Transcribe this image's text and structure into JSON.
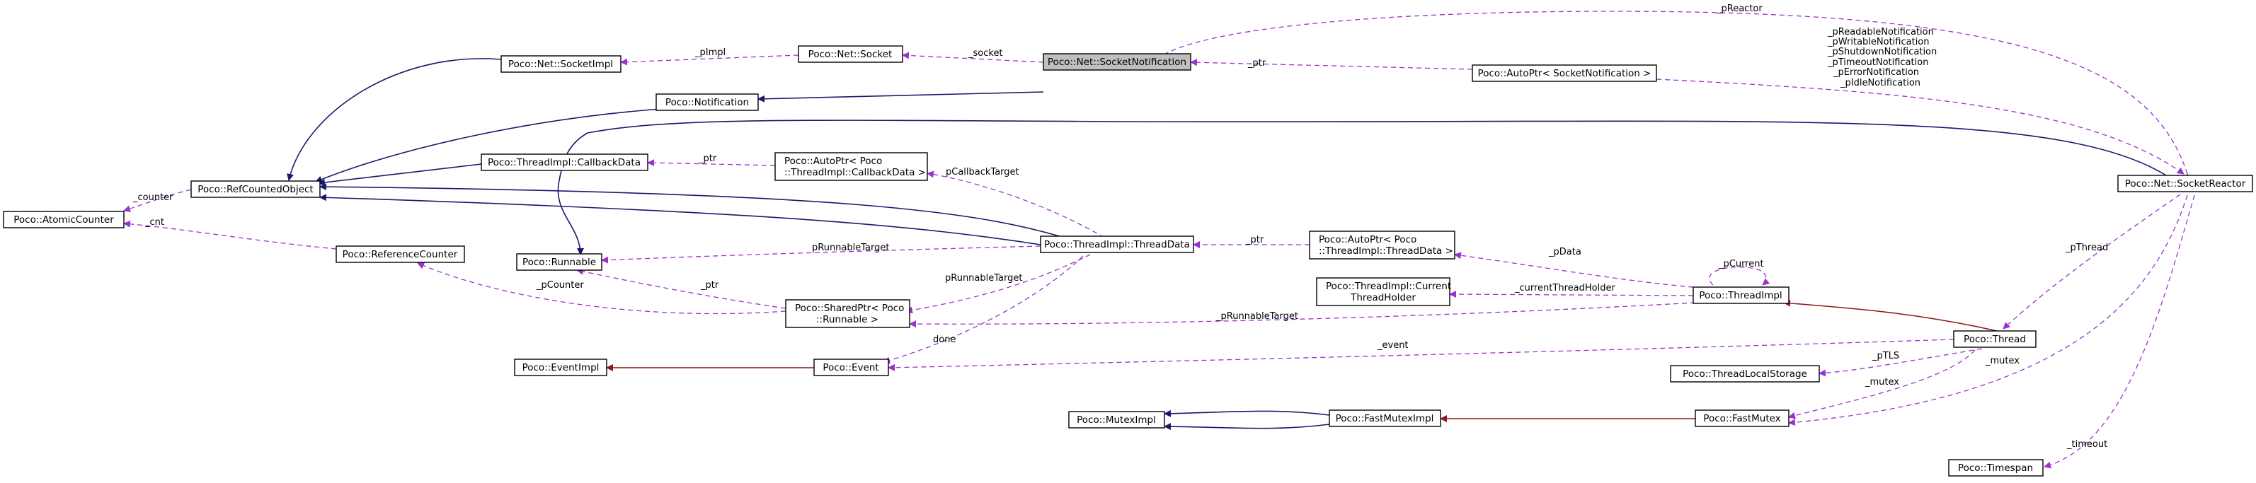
{
  "nodes": {
    "socket_notification": "Poco::Net::SocketNotification",
    "socket": "Poco::Net::Socket",
    "socket_impl": "Poco::Net::SocketImpl",
    "notification": "Poco::Notification",
    "autoptr_socket_notification": "Poco::AutoPtr< SocketNotification >",
    "ref_counted_object": "Poco::RefCountedObject",
    "atomic_counter": "Poco::AtomicCounter",
    "callback_data": "Poco::ThreadImpl::CallbackData",
    "autoptr_callback_l1": "Poco::AutoPtr< Poco",
    "autoptr_callback_l2": "::ThreadImpl::CallbackData >",
    "reference_counter": "Poco::ReferenceCounter",
    "runnable": "Poco::Runnable",
    "thread_data": "Poco::ThreadImpl::ThreadData",
    "autoptr_thread_data_l1": "Poco::AutoPtr< Poco",
    "autoptr_thread_data_l2": "::ThreadImpl::ThreadData >",
    "current_thread_holder_l1": "Poco::ThreadImpl::Current",
    "current_thread_holder_l2": "ThreadHolder",
    "thread_impl": "Poco::ThreadImpl",
    "shared_ptr_l1": "Poco::SharedPtr< Poco",
    "shared_ptr_l2": "::Runnable >",
    "event_impl": "Poco::EventImpl",
    "event": "Poco::Event",
    "thread": "Poco::Thread",
    "thread_local_storage": "Poco::ThreadLocalStorage",
    "mutex_impl": "Poco::MutexImpl",
    "fast_mutex_impl": "Poco::FastMutexImpl",
    "fast_mutex": "Poco::FastMutex",
    "socket_reactor": "Poco::Net::SocketReactor",
    "timespan": "Poco::Timespan"
  },
  "labels": {
    "p_reactor": "_pReactor",
    "socket": "_socket",
    "p_impl": "_pImpl",
    "ptr_sn": "_ptr",
    "notif_1": "_pReadableNotification",
    "notif_2": "_pWritableNotification",
    "notif_3": "_pShutdownNotification",
    "notif_4": "_pTimeoutNotification",
    "notif_5": "_pErrorNotification",
    "notif_6": "_pIdleNotification",
    "counter": "_counter",
    "cnt": "_cnt",
    "ptr_cb": "_ptr",
    "p_callback_target": "pCallbackTarget",
    "p_runnable_target_1": "pRunnableTarget",
    "p_runnable_target_2": "pRunnableTarget",
    "ptr_td": "_ptr",
    "p_data": "_pData",
    "p_current": "_pCurrent",
    "current_thread_holder": "_currentThreadHolder",
    "p_thread": "_pThread",
    "p_counter": "_pCounter",
    "ptr_sp": "_ptr",
    "p_runnable_target_3": "_pRunnableTarget",
    "done": "done",
    "event": "_event",
    "p_tls": "_pTLS",
    "mutex_1": "_mutex",
    "mutex_2": "_mutex",
    "timeout": "_timeout"
  },
  "colors": {
    "inheritance": "#191970",
    "private_inheritance": "#8b1a1a",
    "usage": "#9a32cd",
    "focus_fill": "#bfbfbf"
  }
}
